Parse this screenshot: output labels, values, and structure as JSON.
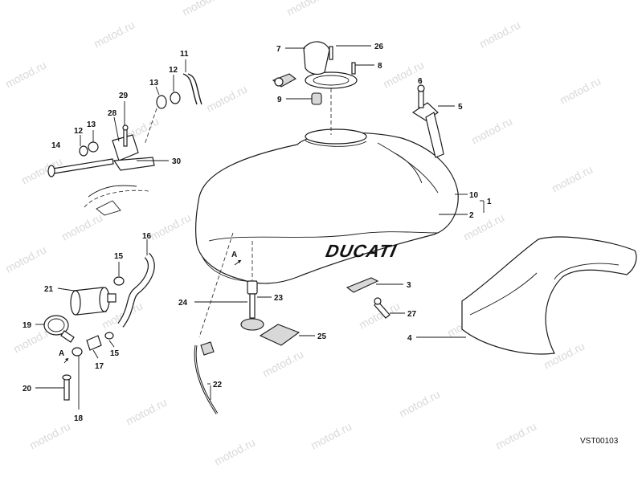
{
  "brand": "DUCATI",
  "diagram_code": "VST00103",
  "watermark": "motod.ru",
  "view_marker": "A",
  "labels": {
    "p1": "1",
    "p2": "2",
    "p3": "3",
    "p4": "4",
    "p5": "5",
    "p6": "6",
    "p7": "7",
    "p8": "8",
    "p9": "9",
    "p10": "10",
    "p11": "11",
    "p12": "12",
    "p13": "13",
    "p14": "14",
    "p15": "15",
    "p16": "16",
    "p17": "17",
    "p18": "18",
    "p19": "19",
    "p20": "20",
    "p21": "21",
    "p22": "22",
    "p23": "23",
    "p24": "24",
    "p25": "25",
    "p26": "26",
    "p27": "27",
    "p28": "28",
    "p29": "29",
    "p30": "30"
  }
}
